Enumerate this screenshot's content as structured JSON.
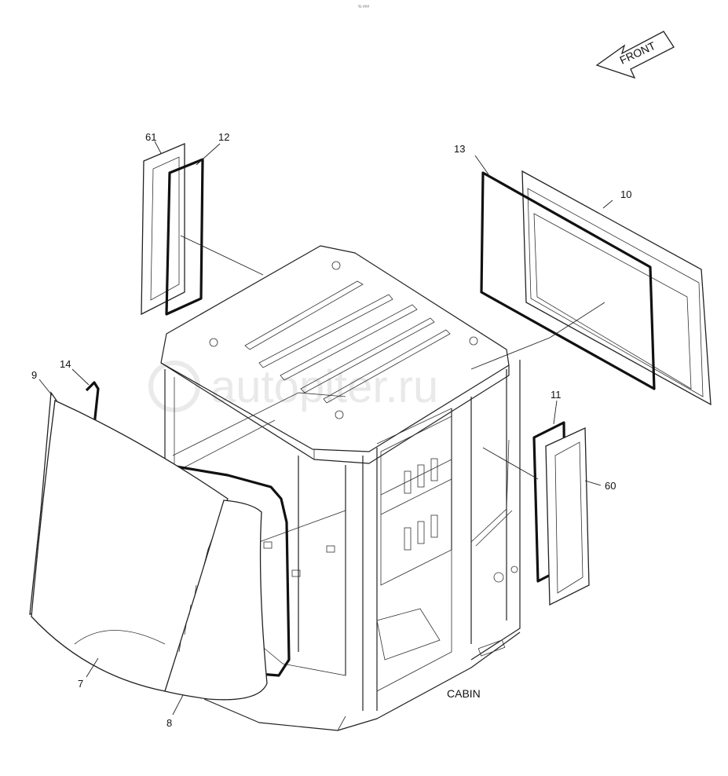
{
  "diagram": {
    "orientation_label": "FRONT",
    "caption": "CABIN",
    "top_mark": "% ###",
    "watermark": "autopiter.ru",
    "callouts": [
      "61",
      "12",
      "13",
      "10",
      "9",
      "14",
      "11",
      "60",
      "7",
      "8"
    ]
  }
}
